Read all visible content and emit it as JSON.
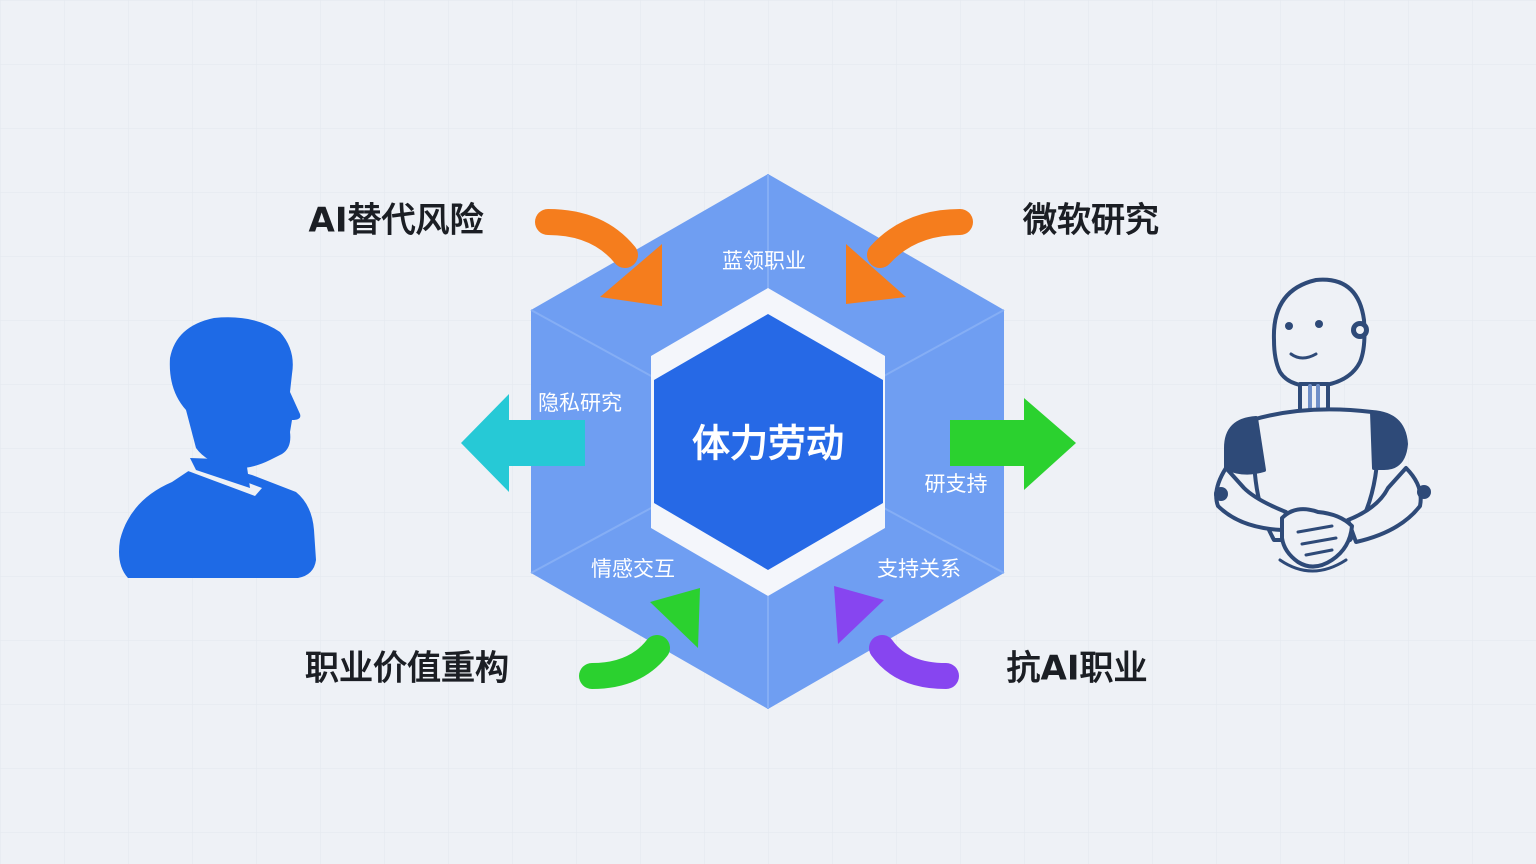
{
  "center": {
    "label": "体力劳动"
  },
  "segments": {
    "top": "蓝领职业",
    "left": "隐私研究",
    "right": "研支持",
    "bottom_left": "情感交互",
    "bottom_right": "支持关系"
  },
  "callouts": {
    "top_left": "AI替代风险",
    "top_right": "微软研究",
    "bottom_left": "职业价值重构",
    "bottom_right": "抗AI职业"
  },
  "icons": {
    "human": "person-silhouette-icon",
    "robot": "robot-handshake-icon"
  },
  "colors": {
    "hex_outer": "#6f9ef2",
    "hex_ring": "#f4f6fb",
    "hex_core": "#2669e6",
    "person": "#1e6ae6",
    "robot_stroke": "#2e4a78",
    "arrow_orange": "#f57d1d",
    "arrow_teal": "#26c9d6",
    "arrow_green": "#2bd12f",
    "arrow_purple": "#8745f0"
  }
}
